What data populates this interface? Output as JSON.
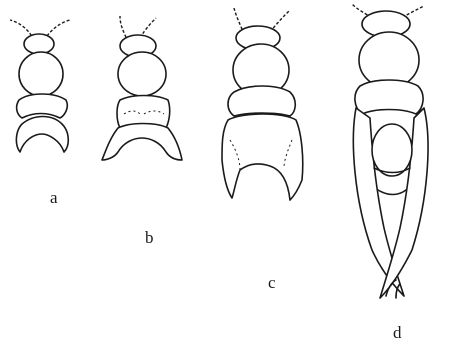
{
  "labels": {
    "a": "a",
    "b": "b",
    "c": "c",
    "d": "d"
  }
}
